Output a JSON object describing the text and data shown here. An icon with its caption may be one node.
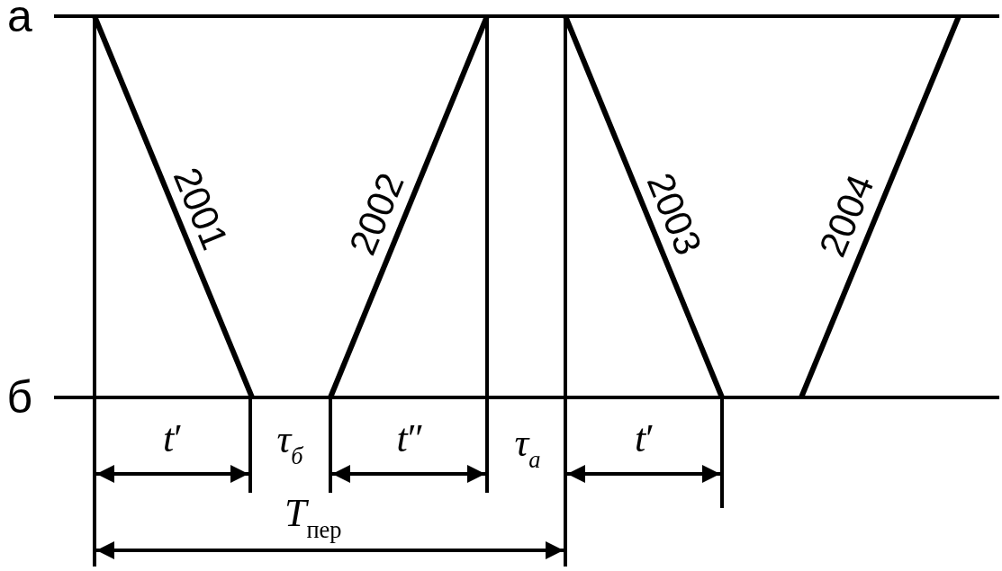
{
  "diagram": {
    "labels": [
      "а",
      "б",
      "2001",
      "2002",
      "2003",
      "2004",
      "*t*′",
      "τ$_{б}$",
      "*t*″",
      "τ$_{а}$",
      "*t*′",
      "*T*$_{пер}$"
    ]
  }
}
